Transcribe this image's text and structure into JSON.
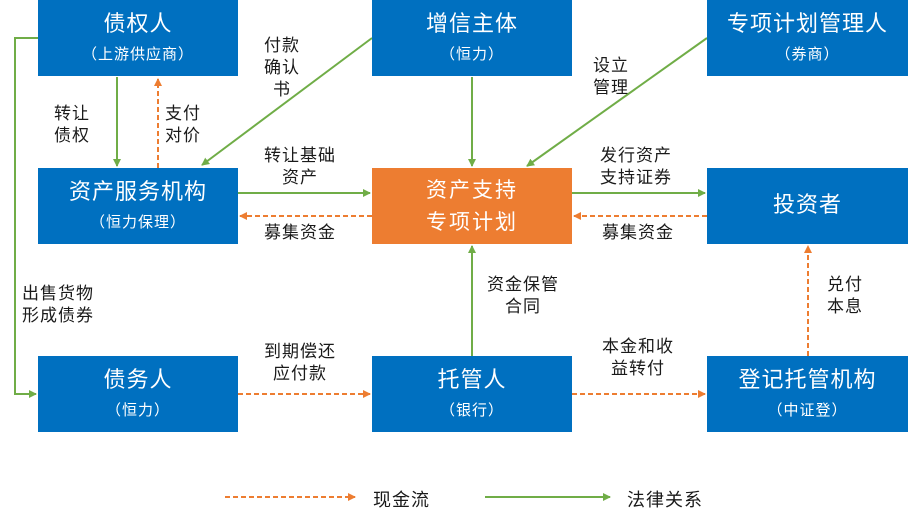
{
  "colors": {
    "entity_box": "#0070C0",
    "plan_box": "#ED7D31",
    "cash_flow": "#ED7D31",
    "legal_relation": "#70AD47"
  },
  "entities": {
    "creditor": {
      "title": "债权人",
      "subtitle": "（上游供应商）"
    },
    "credit_enhancer": {
      "title": "增信主体",
      "subtitle": "（恒力）"
    },
    "plan_manager": {
      "title": "专项计划管理人",
      "subtitle": "（券商）"
    },
    "servicer": {
      "title": "资产服务机构",
      "subtitle": "（恒力保理）"
    },
    "abs_plan": {
      "line1": "资产支持",
      "line2": "专项计划"
    },
    "investor": {
      "title": "投资者"
    },
    "debtor": {
      "title": "债务人",
      "subtitle": "（恒力）"
    },
    "custodian": {
      "title": "托管人",
      "subtitle": "（银行）"
    },
    "registrar": {
      "title": "登记托管机构",
      "subtitle": "（中证登）"
    }
  },
  "flows": {
    "transfer_claim": {
      "line1": "转让",
      "line2": "债权",
      "type": "legal"
    },
    "pay_consideration": {
      "line1": "支付",
      "line2": "对价",
      "type": "cash"
    },
    "payment_confirmation": {
      "line1": "付款",
      "line2": "确认",
      "line3": "书",
      "type": "legal"
    },
    "transfer_assets": {
      "line1": "转让基础",
      "line2": "资产",
      "type": "legal"
    },
    "raise_funds_left": {
      "text": "募集资金",
      "type": "cash"
    },
    "establish_manage": {
      "line1": "设立",
      "line2": "管理",
      "type": "legal"
    },
    "issue_securities": {
      "line1": "发行资产",
      "line2": "支持证券",
      "type": "legal"
    },
    "raise_funds_right": {
      "text": "募集资金",
      "type": "cash"
    },
    "sell_goods": {
      "line1": "出售货物",
      "line2": "形成债券",
      "type": "legal"
    },
    "custody_contract": {
      "line1": "资金保管",
      "line2": "合同",
      "type": "legal"
    },
    "redeem_interest": {
      "line1": "兑付",
      "line2": "本息",
      "type": "cash"
    },
    "maturity_payment": {
      "line1": "到期偿还",
      "line2": "应付款",
      "type": "cash"
    },
    "principal_transfer": {
      "line1": "本金和收",
      "line2": "益转付",
      "type": "cash"
    },
    "guarantee": {
      "type": "legal"
    }
  },
  "legend": {
    "cash_flow": "现金流",
    "legal_relation": "法律关系"
  }
}
